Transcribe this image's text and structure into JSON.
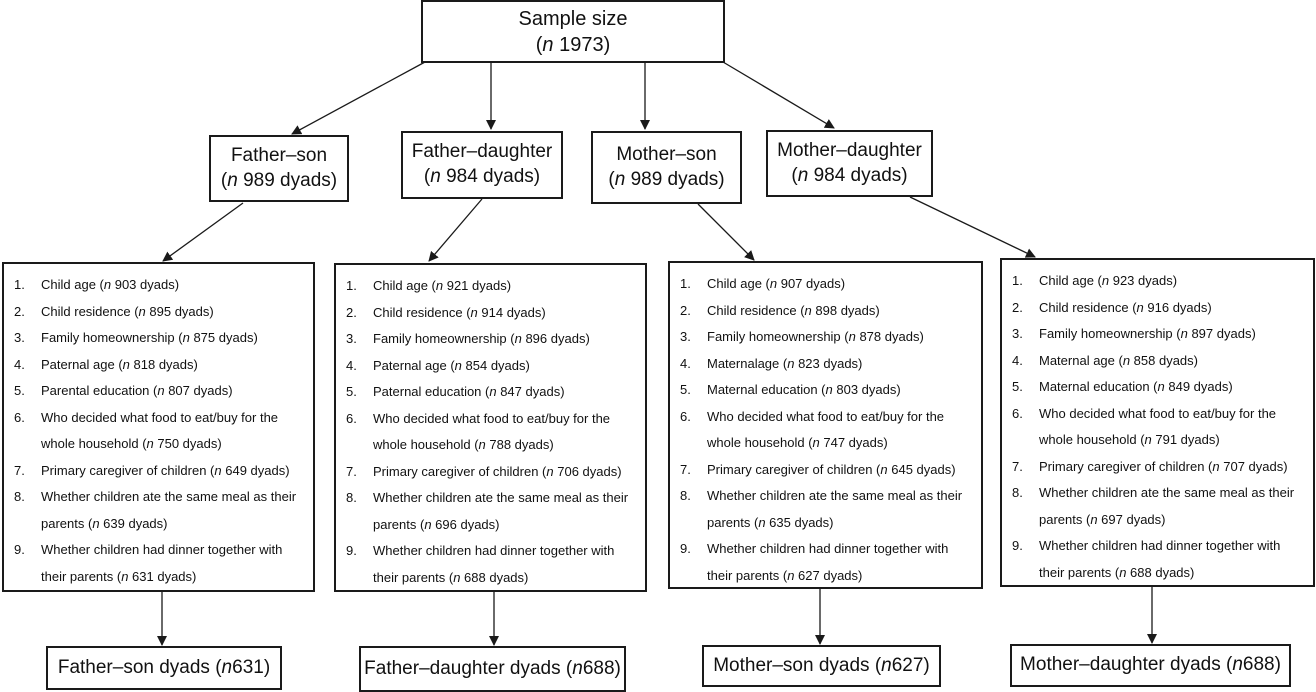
{
  "top": {
    "title": "Sample size",
    "n_prefix": "n",
    "n_rest": " 1973"
  },
  "groups": [
    {
      "label": "Father–son",
      "n_prefix": "n",
      "n_rest": " 989 dyads",
      "criteria": [
        {
          "num": "1.",
          "pre": "Child age (",
          "n": "n",
          "post": " 903 dyads)"
        },
        {
          "num": "2.",
          "pre": "Child residence (",
          "n": "n",
          "post": " 895 dyads)"
        },
        {
          "num": "3.",
          "pre": "Family homeownership (",
          "n": "n",
          "post": " 875 dyads)"
        },
        {
          "num": "4.",
          "pre": "Paternal age (",
          "n": "n",
          "post": " 818 dyads)"
        },
        {
          "num": "5.",
          "pre": "Parental education (",
          "n": "n",
          "post": " 807 dyads)"
        },
        {
          "num": "6.",
          "pre": "Who decided what food to eat/buy for the whole household (",
          "n": "n",
          "post": " 750 dyads)"
        },
        {
          "num": "7.",
          "pre": "Primary caregiver of children (",
          "n": "n",
          "post": " 649 dyads)"
        },
        {
          "num": "8.",
          "pre": "Whether children ate the same meal as their parents (",
          "n": "n",
          "post": " 639 dyads)"
        },
        {
          "num": "9.",
          "pre": "Whether children had dinner together with their parents (",
          "n": "n",
          "post": " 631 dyads)"
        }
      ],
      "final_label": "Father–son dyads (",
      "final_n": "n",
      "final_rest": " 631)"
    },
    {
      "label": "Father–daughter",
      "n_prefix": "n",
      "n_rest": " 984 dyads",
      "criteria": [
        {
          "num": "1.",
          "pre": "Child age (",
          "n": "n",
          "post": " 921 dyads)"
        },
        {
          "num": "2.",
          "pre": "Child residence (",
          "n": "n",
          "post": " 914 dyads)"
        },
        {
          "num": "3.",
          "pre": "Family homeownership (",
          "n": "n",
          "post": " 896 dyads)"
        },
        {
          "num": "4.",
          "pre": "Paternal age (",
          "n": "n",
          "post": " 854 dyads)"
        },
        {
          "num": "5.",
          "pre": "Paternal education (",
          "n": "n",
          "post": " 847 dyads)"
        },
        {
          "num": "6.",
          "pre": "Who decided what food to eat/buy for the whole household (",
          "n": "n",
          "post": " 788 dyads)"
        },
        {
          "num": "7.",
          "pre": "Primary caregiver of children (",
          "n": "n",
          "post": " 706 dyads)"
        },
        {
          "num": "8.",
          "pre": "Whether children ate the same meal as their parents (",
          "n": "n",
          "post": " 696 dyads)"
        },
        {
          "num": "9.",
          "pre": "Whether children had dinner together with their parents (",
          "n": "n",
          "post": " 688 dyads)"
        }
      ],
      "final_label": "Father–daughter dyads (",
      "final_n": "n",
      "final_rest": " 688)"
    },
    {
      "label": "Mother–son",
      "n_prefix": "n",
      "n_rest": " 989 dyads",
      "criteria": [
        {
          "num": "1.",
          "pre": "Child age (",
          "n": "n",
          "post": " 907 dyads)"
        },
        {
          "num": "2.",
          "pre": "Child residence (",
          "n": "n",
          "post": " 898 dyads)"
        },
        {
          "num": "3.",
          "pre": "Family homeownership (",
          "n": "n",
          "post": " 878 dyads)"
        },
        {
          "num": "4.",
          "pre": "Maternalage (",
          "n": "n",
          "post": " 823 dyads)"
        },
        {
          "num": "5.",
          "pre": "Maternal education (",
          "n": "n",
          "post": " 803 dyads)"
        },
        {
          "num": "6.",
          "pre": "Who decided what food to eat/buy for the whole household (",
          "n": "n",
          "post": " 747 dyads)"
        },
        {
          "num": "7.",
          "pre": "Primary caregiver of children (",
          "n": "n",
          "post": " 645 dyads)"
        },
        {
          "num": "8.",
          "pre": "Whether children ate the same meal as their parents (",
          "n": "n",
          "post": " 635 dyads)"
        },
        {
          "num": "9.",
          "pre": "Whether children had dinner together with their parents (",
          "n": "n",
          "post": " 627 dyads)"
        }
      ],
      "final_label": "Mother–son dyads (",
      "final_n": "n",
      "final_rest": " 627)"
    },
    {
      "label": "Mother–daughter",
      "n_prefix": "n",
      "n_rest": " 984 dyads",
      "criteria": [
        {
          "num": "1.",
          "pre": "Child age (",
          "n": "n",
          "post": " 923 dyads)"
        },
        {
          "num": "2.",
          "pre": "Child residence (",
          "n": "n",
          "post": " 916 dyads)"
        },
        {
          "num": "3.",
          "pre": "Family homeownership (",
          "n": "n",
          "post": " 897 dyads)"
        },
        {
          "num": "4.",
          "pre": "Maternal age (",
          "n": "n",
          "post": " 858 dyads)"
        },
        {
          "num": "5.",
          "pre": "Maternal education (",
          "n": "n",
          "post": " 849 dyads)"
        },
        {
          "num": "6.",
          "pre": "Who decided what food to eat/buy for the whole household (",
          "n": "n",
          "post": " 791 dyads)"
        },
        {
          "num": "7.",
          "pre": "Primary caregiver of children (",
          "n": "n",
          "post": " 707 dyads)"
        },
        {
          "num": "8.",
          "pre": "Whether children ate the same meal as their parents (",
          "n": "n",
          "post": " 697 dyads)"
        },
        {
          "num": "9.",
          "pre": "Whether children had dinner together with their parents (",
          "n": "n",
          "post": " 688 dyads)"
        }
      ],
      "final_label": "Mother–daughter dyads (",
      "final_n": "n",
      "final_rest": " 688)"
    }
  ]
}
